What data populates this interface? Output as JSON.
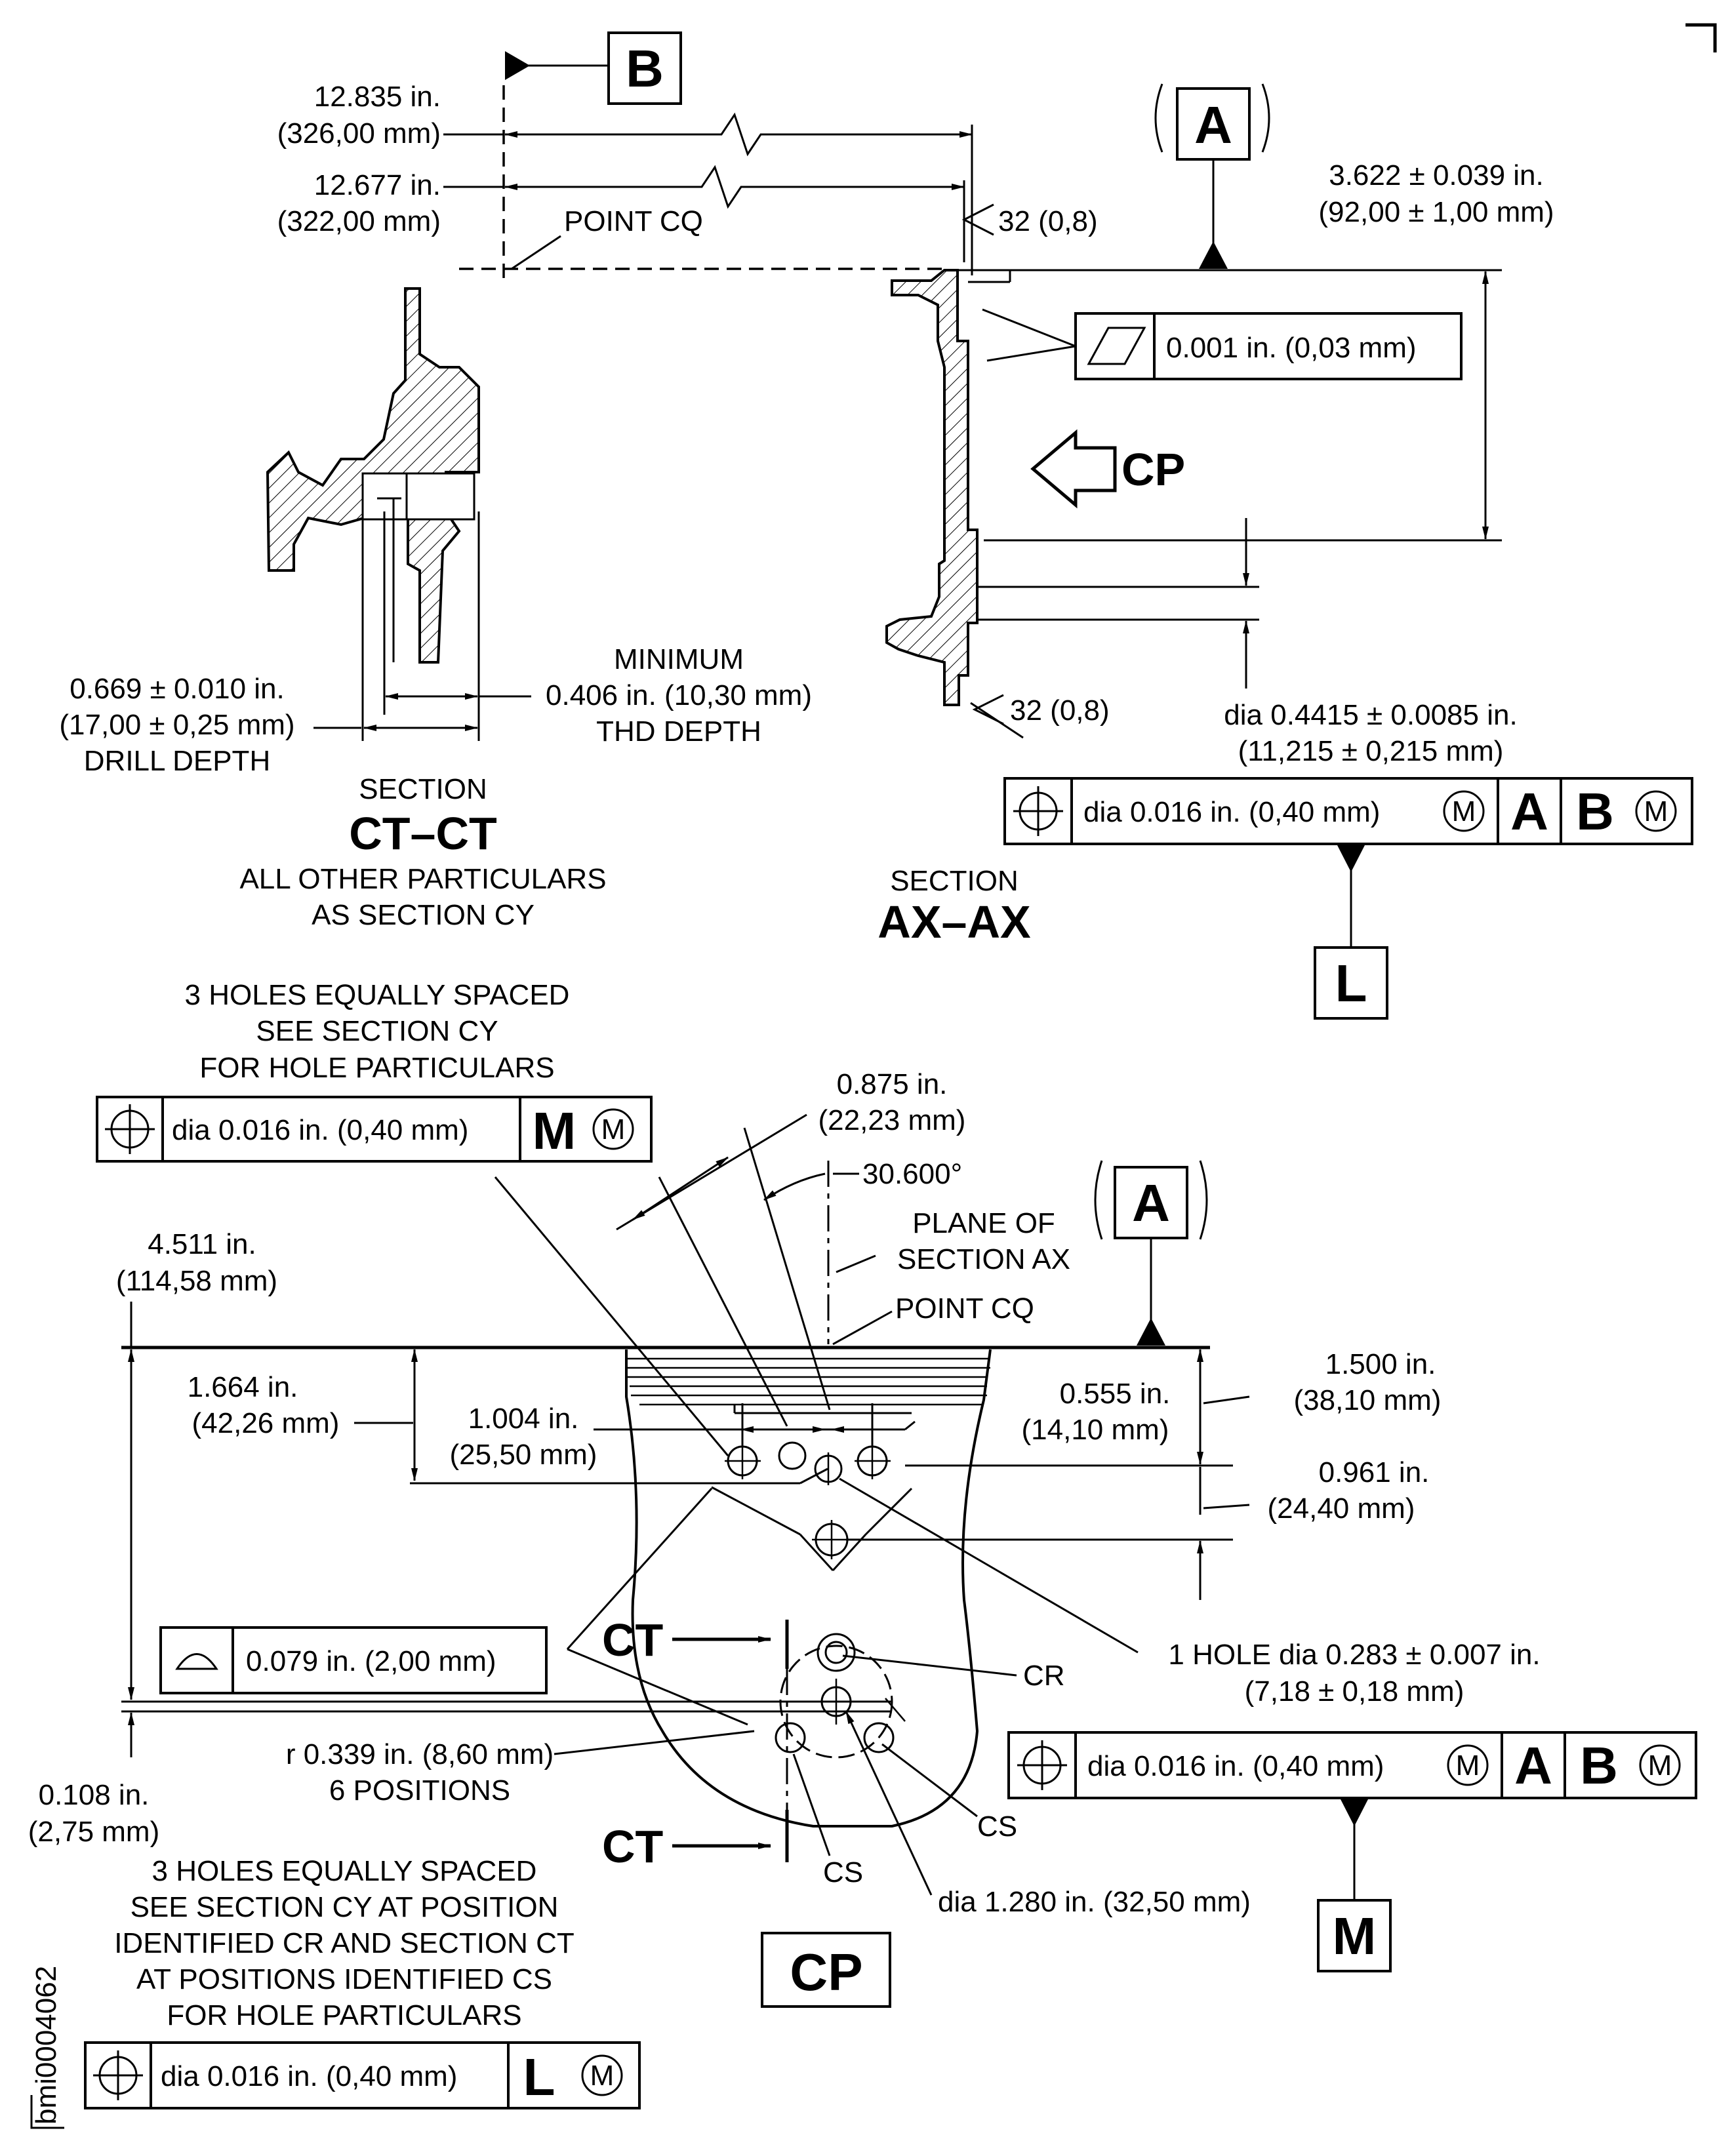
{
  "drawing_id": "bmi0004062",
  "section_ct": {
    "label": "SECTION",
    "title": "CT–CT",
    "note_line1": "ALL OTHER PARTICULARS",
    "note_line2": "AS SECTION CY",
    "drill_depth_in": "0.669 ± 0.010 in.",
    "drill_depth_mm": "(17,00 ± 0,25 mm)",
    "drill_depth_label": "DRILL DEPTH",
    "thd_minimum": "MINIMUM",
    "thd_depth": "0.406 in. (10,30 mm)",
    "thd_label": "THD DEPTH"
  },
  "section_ax": {
    "label": "SECTION",
    "title": "AX–AX",
    "dim1_in": "12.835 in.",
    "dim1_mm": "(326,00 mm)",
    "dim2_in": "12.677 in.",
    "dim2_mm": "(322,00 mm)",
    "point_cq": "POINT CQ",
    "finish_top": "32 (0,8)",
    "finish_bottom": "32 (0,8)",
    "height_in": "3.622 ± 0.039 in.",
    "height_mm": "(92,00 ± 1,00 mm)",
    "flatness": "0.001 in. (0,03 mm)",
    "view_arrow": "CP",
    "hole_dia_in": "dia 0.4415 ± 0.0085 in.",
    "hole_dia_mm": "(11,215 ± 0,215 mm)",
    "fcf_tol": "dia 0.016 in. (0,40 mm)",
    "fcf_datum_a": "A",
    "fcf_datum_b": "B",
    "datum_l": "L",
    "datum_a": "A",
    "datum_b": "B"
  },
  "view_cp": {
    "title": "CP",
    "holes_note_line1": "3 HOLES EQUALLY SPACED",
    "holes_note_line2": "SEE SECTION CY",
    "holes_note_line3": "FOR HOLE PARTICULARS",
    "fcf_top_tol": "dia 0.016 in. (0,40 mm)",
    "fcf_top_datum": "M",
    "dim_0875_in": "0.875 in.",
    "dim_0875_mm": "(22,23 mm)",
    "angle": "30.600°",
    "plane_line1": "PLANE OF",
    "plane_line2": "SECTION AX",
    "point_cq": "POINT CQ",
    "datum_a": "A",
    "dim_4511_in": "4.511 in.",
    "dim_4511_mm": "(114,58 mm)",
    "dim_1664_in": "1.664 in.",
    "dim_1664_mm": "(42,26 mm)",
    "dim_1004_in": "1.004 in.",
    "dim_1004_mm": "(25,50 mm)",
    "dim_0555_in": "0.555 in.",
    "dim_0555_mm": "(14,10 mm)",
    "dim_1500_in": "1.500 in.",
    "dim_1500_mm": "(38,10 mm)",
    "dim_0961_in": "0.961 in.",
    "dim_0961_mm": "(24,40 mm)",
    "profile_tol": "0.079 in. (2,00 mm)",
    "ct_label_top": "CT",
    "ct_label_bottom": "CT",
    "cr_label": "CR",
    "hole_note_line1": "1 HOLE dia 0.283 ± 0.007 in.",
    "hole_note_line2": "(7,18 ± 0,18 mm)",
    "fcf_right_tol": "dia 0.016 in. (0,40 mm)",
    "fcf_right_datum_a": "A",
    "fcf_right_datum_b": "B",
    "datum_m": "M",
    "radius_line1": "r 0.339 in. (8,60 mm)",
    "radius_line2": "6 POSITIONS",
    "dim_0108_in": "0.108 in.",
    "dim_0108_mm": "(2,75 mm)",
    "cs_label_right": "CS",
    "cs_label_bottom": "CS",
    "bolt_circle": "dia 1.280 in. (32,50 mm)",
    "bottom_note_line1": "3 HOLES EQUALLY SPACED",
    "bottom_note_line2": "SEE SECTION CY AT POSITION",
    "bottom_note_line3": "IDENTIFIED CR AND SECTION CT",
    "bottom_note_line4": "AT POSITIONS IDENTIFIED CS",
    "bottom_note_line5": "FOR HOLE PARTICULARS",
    "fcf_bottom_tol": "dia 0.016 in. (0,40 mm)",
    "fcf_bottom_datum": "L"
  }
}
